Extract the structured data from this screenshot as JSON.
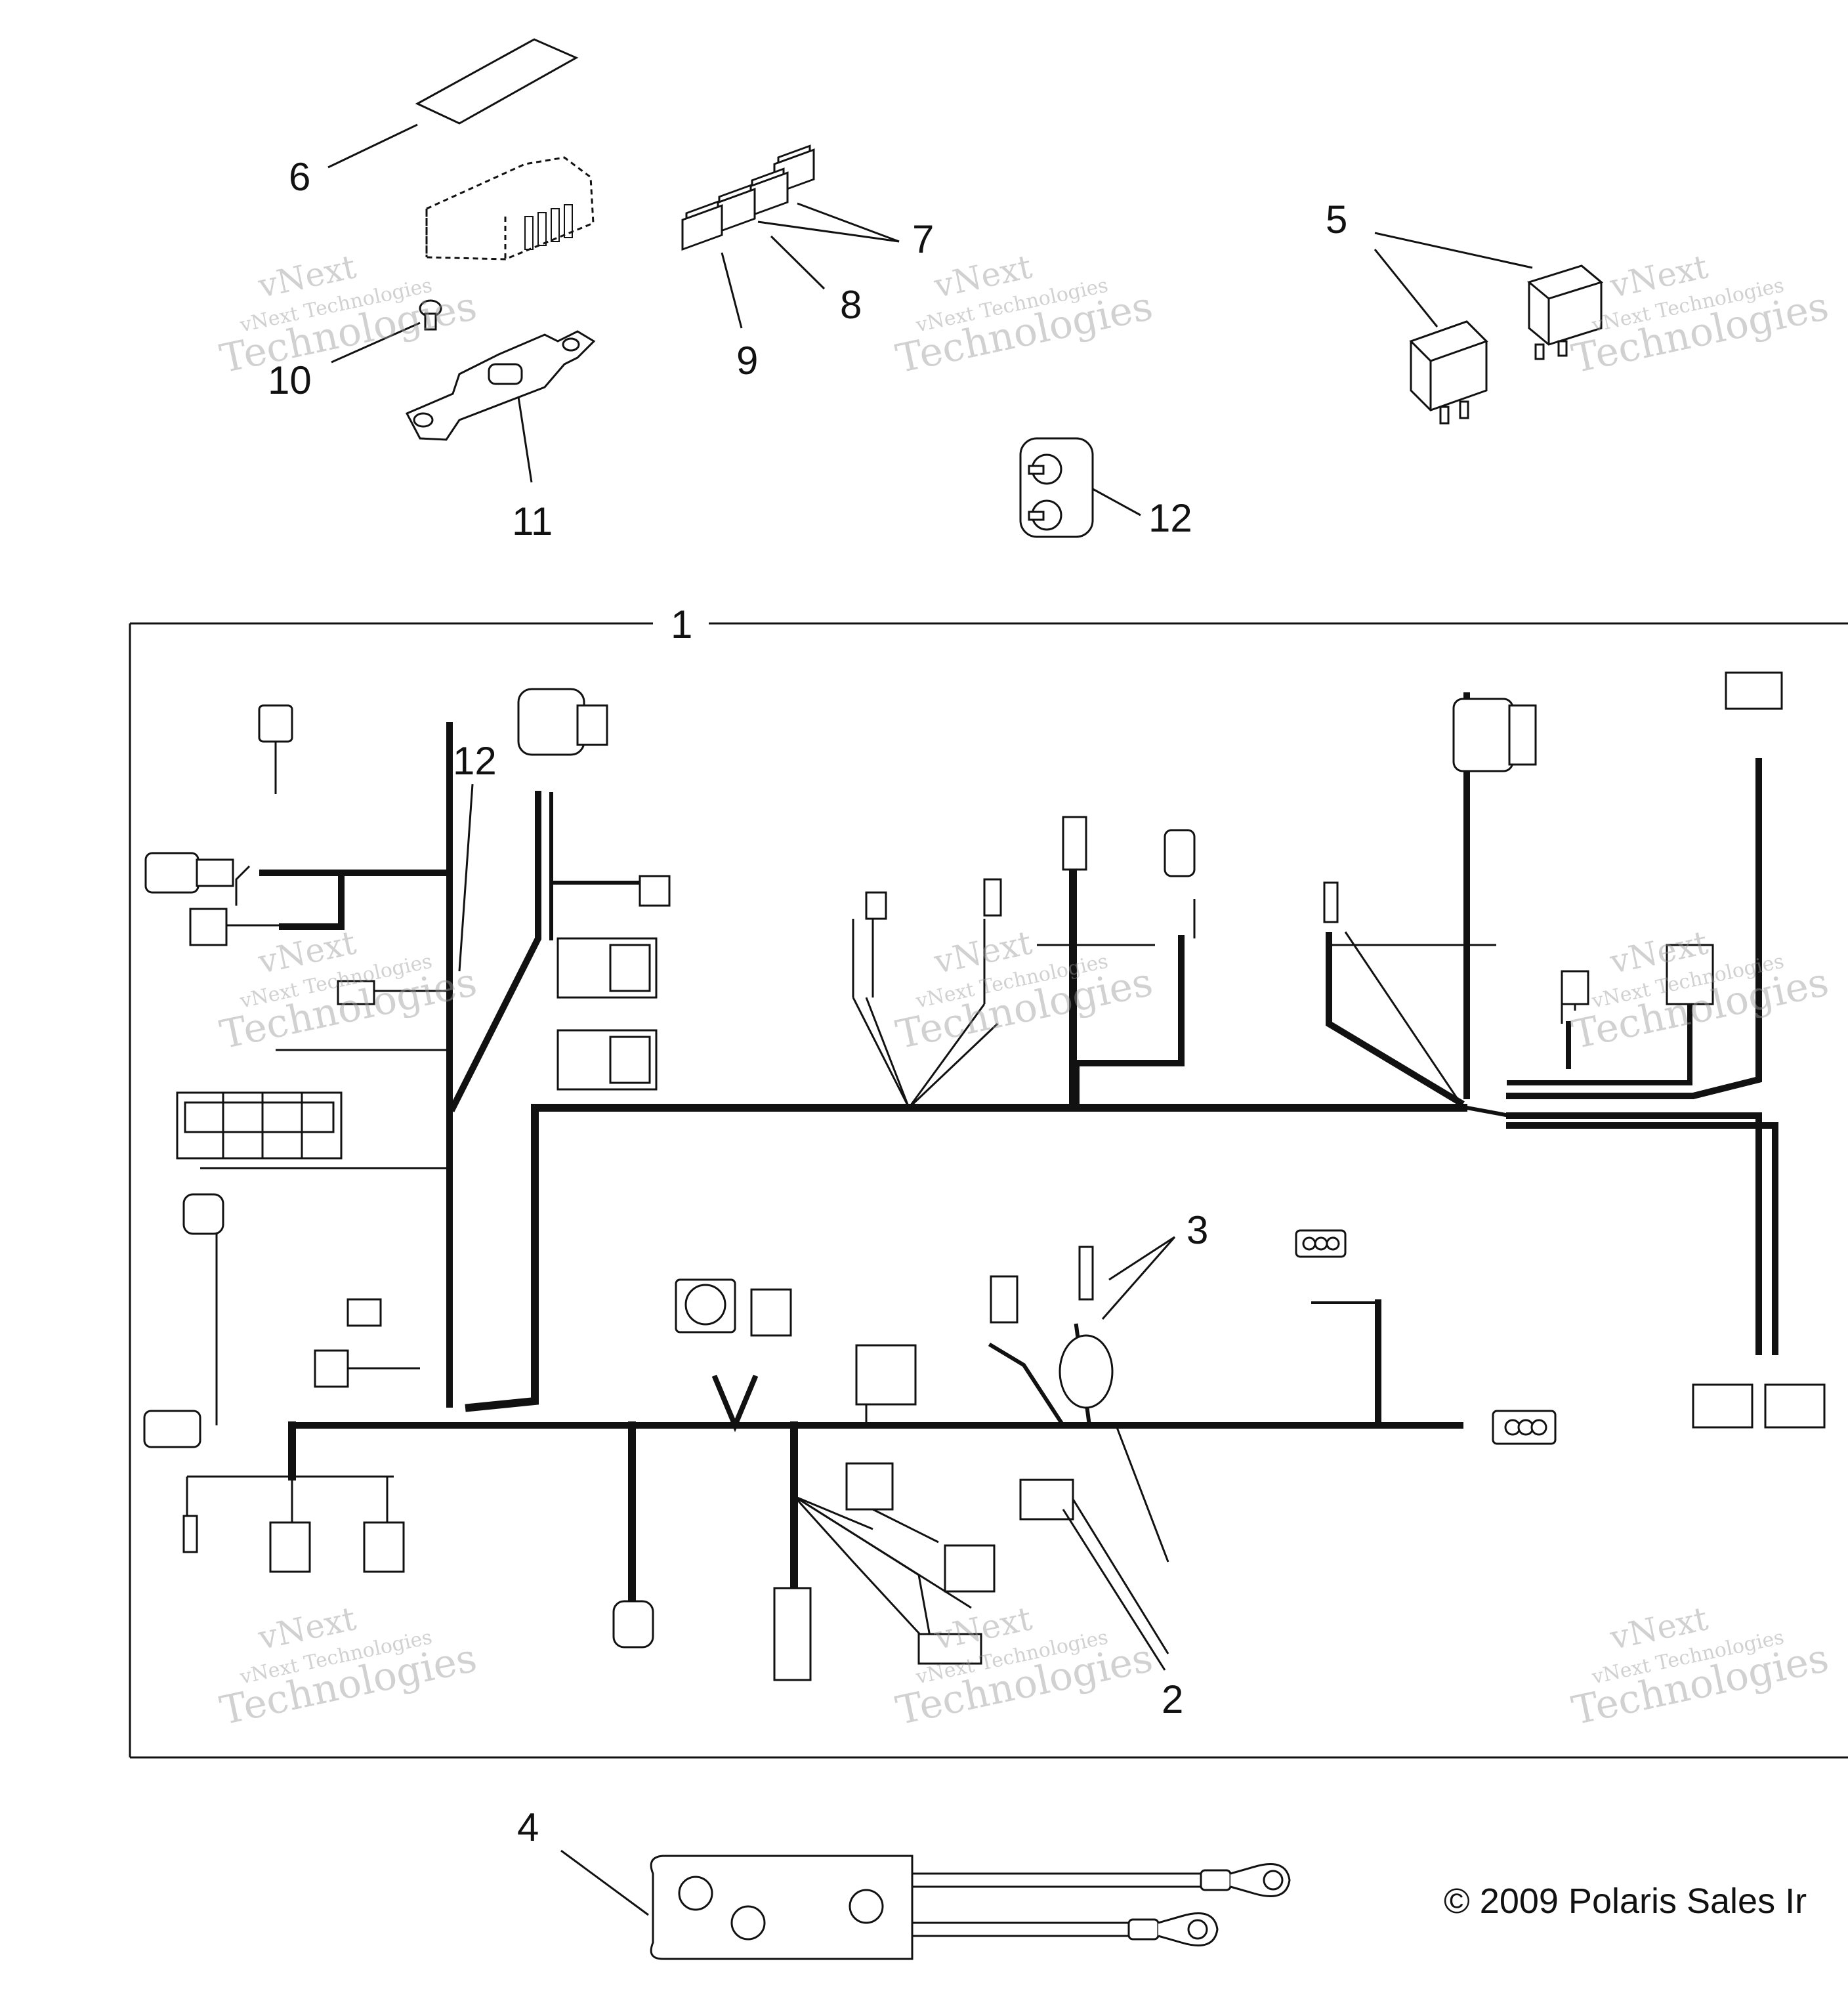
{
  "callouts": {
    "c1": "1",
    "c2": "2",
    "c3": "3",
    "c4": "4",
    "c5": "5",
    "c6": "6",
    "c7": "7",
    "c8": "8",
    "c9": "9",
    "c10": "10",
    "c11": "11",
    "c12a": "12",
    "c12b": "12"
  },
  "copyright": "© 2009 Polaris Sales Ir",
  "watermark": {
    "line1": "vNext",
    "line2": "vNext Technologies",
    "line3": "Technologies"
  },
  "colors": {
    "ink": "#111111",
    "watermark": "#9a9a9a",
    "background": "#ffffff"
  }
}
